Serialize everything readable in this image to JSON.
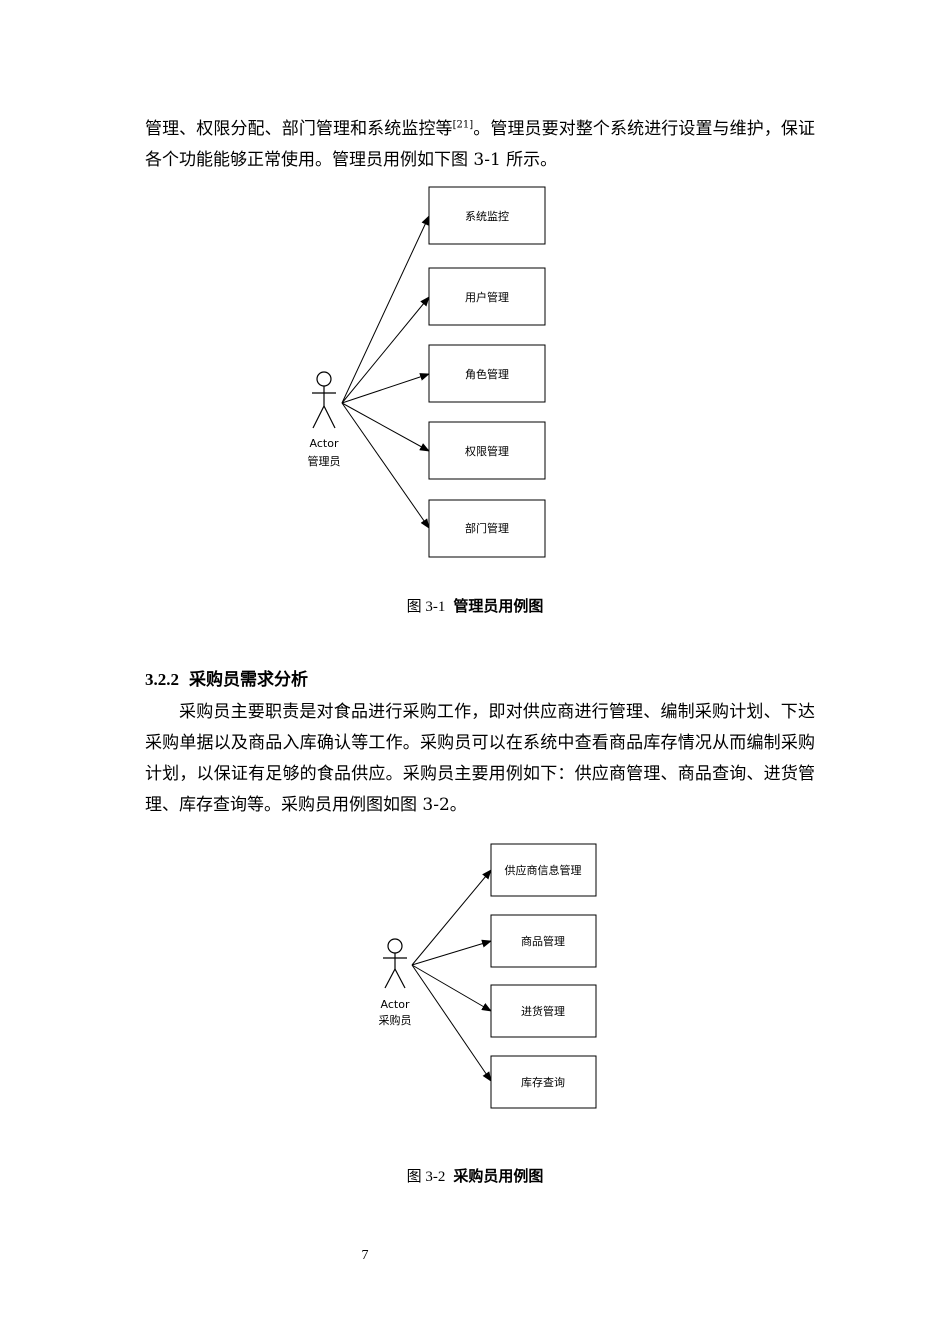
{
  "intro_paragraph": {
    "text_before_ref": "管理、权限分配、部门管理和系统监控等",
    "ref": "[21]",
    "text_after_ref": "。管理员要对整个系统进行设置与维护，保证各个功能能够正常使用。管理员用例如下图 3-1 所示。"
  },
  "figure1": {
    "actor_role": "Actor",
    "actor_name": "管理员",
    "use_cases": [
      "系统监控",
      "用户管理",
      "角色管理",
      "权限管理",
      "部门管理"
    ],
    "caption_number": "图 3-1",
    "caption_title": "管理员用例图"
  },
  "section": {
    "number": "3.2.2",
    "title": "采购员需求分析"
  },
  "section_paragraph": "采购员主要职责是对食品进行采购工作，即对供应商进行管理、编制采购计划、下达采购单据以及商品入库确认等工作。采购员可以在系统中查看商品库存情况从而编制采购计划，以保证有足够的食品供应。采购员主要用例如下：供应商管理、商品查询、进货管理、库存查询等。采购员用例图如图 3-2。",
  "figure2": {
    "actor_role": "Actor",
    "actor_name": "采购员",
    "use_cases": [
      "供应商信息管理",
      "商品管理",
      "进货管理",
      "库存查询"
    ],
    "caption_number": "图 3-2",
    "caption_title": "采购员用例图"
  },
  "page_number": "7"
}
